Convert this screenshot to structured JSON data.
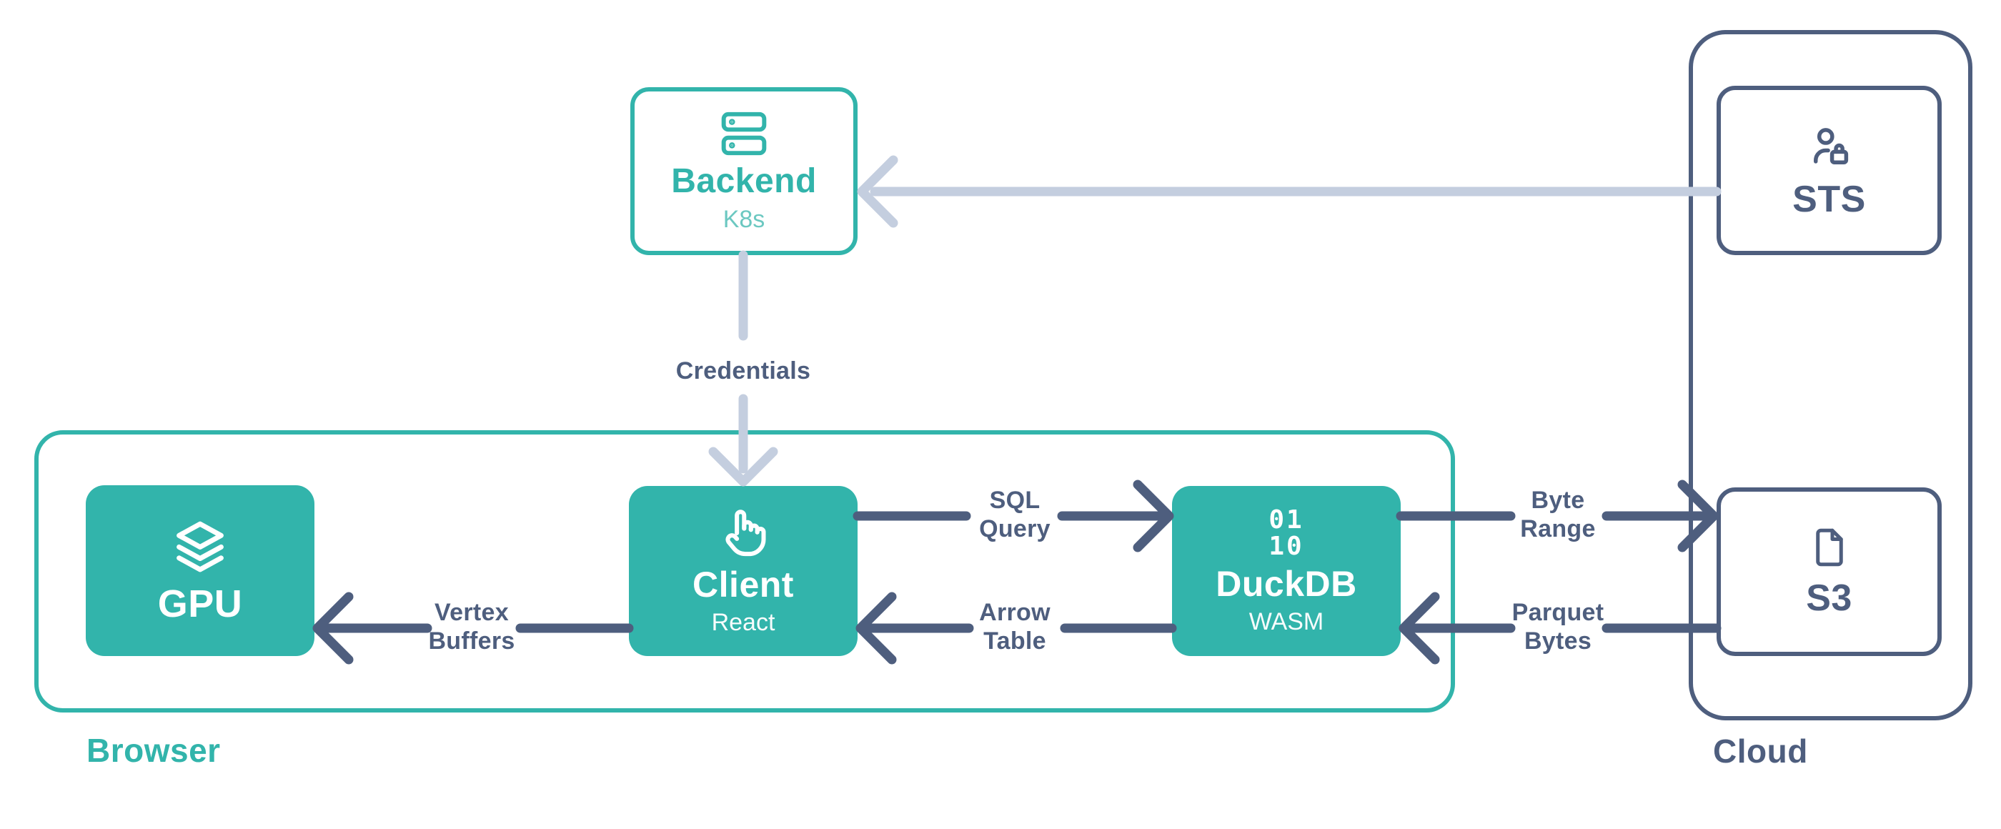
{
  "colors": {
    "teal": "#32b4ab",
    "teal_light": "#6cc8c1",
    "slate": "#4e5e7e",
    "arrow_light": "#c4cedf",
    "node_text_on_teal": "#ffffff",
    "background": "#ffffff"
  },
  "containers": {
    "browser": {
      "label": "Browser"
    },
    "cloud": {
      "label": "Cloud"
    }
  },
  "nodes": {
    "backend": {
      "title": "Backend",
      "subtitle": "K8s",
      "icon": "server-icon"
    },
    "sts": {
      "title": "STS",
      "icon": "user-lock-icon"
    },
    "s3": {
      "title": "S3",
      "icon": "file-icon"
    },
    "gpu": {
      "title": "GPU",
      "icon": "layers-icon"
    },
    "client": {
      "title": "Client",
      "subtitle": "React",
      "icon": "tap-icon"
    },
    "duckdb": {
      "title": "DuckDB",
      "subtitle": "WASM",
      "icon": "binary-icon",
      "icon_text": {
        "line1": "01",
        "line2": "10"
      }
    }
  },
  "edges": {
    "sts_to_backend": {
      "from": "STS",
      "to": "Backend",
      "label": ""
    },
    "backend_to_client": {
      "from": "Backend",
      "to": "Client",
      "label": "Credentials"
    },
    "client_to_duckdb": {
      "from": "Client",
      "to": "DuckDB",
      "label_line1": "SQL",
      "label_line2": "Query"
    },
    "duckdb_to_client": {
      "from": "DuckDB",
      "to": "Client",
      "label_line1": "Arrow",
      "label_line2": "Table"
    },
    "client_to_gpu": {
      "from": "Client",
      "to": "GPU",
      "label_line1": "Vertex",
      "label_line2": "Buffers"
    },
    "duckdb_to_s3": {
      "from": "DuckDB",
      "to": "S3",
      "label_line1": "Byte",
      "label_line2": "Range"
    },
    "s3_to_duckdb": {
      "from": "S3",
      "to": "DuckDB",
      "label_line1": "Parquet",
      "label_line2": "Bytes"
    }
  }
}
